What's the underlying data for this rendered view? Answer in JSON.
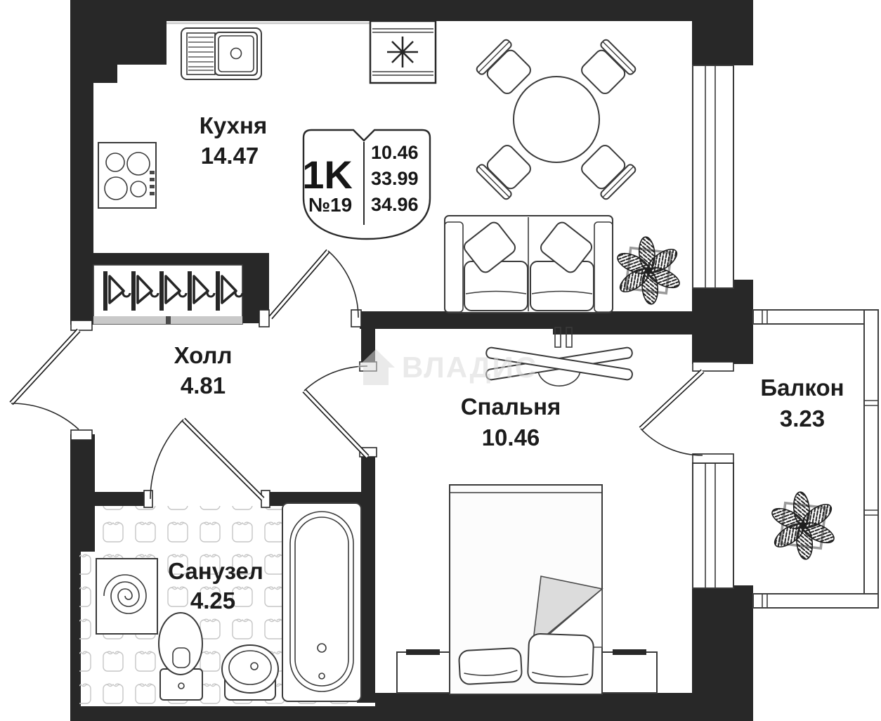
{
  "page": {
    "background": "#ffffff"
  },
  "plan": {
    "badge": {
      "type": "1K",
      "number": "№19",
      "values": [
        "10.46",
        "33.99",
        "34.96"
      ]
    },
    "rooms": [
      {
        "key": "kitchen",
        "name": "Кухня",
        "area": "14.47"
      },
      {
        "key": "hall",
        "name": "Холл",
        "area": "4.81"
      },
      {
        "key": "bedroom",
        "name": "Спальня",
        "area": "10.46"
      },
      {
        "key": "bathroom",
        "name": "Санузел",
        "area": "4.25"
      },
      {
        "key": "balcony",
        "name": "Балкон",
        "area": "3.23"
      }
    ],
    "watermark": {
      "text": "ВЛАДИС",
      "icon": "house-icon",
      "color": "#d9d9d9"
    },
    "colors": {
      "wall": "#282828",
      "outline": "#3a3a3a",
      "text": "#1c1c1c",
      "tile": "#c6c6c6",
      "blanket": "#dcdcdc",
      "watermark": "#d9d9d9"
    },
    "furniture_icons": [
      "kitchen-sink-icon",
      "ventilation-shaft-icon",
      "cooktop-icon",
      "dining-table-icon",
      "chair-icon",
      "sofa-icon",
      "plant-icon",
      "wardrobe-icon",
      "hanger-icon",
      "wall-tv-icon",
      "bed-icon",
      "nightstand-icon",
      "washing-machine-icon",
      "toilet-icon",
      "bathroom-sink-icon",
      "bathtub-icon",
      "door-icon",
      "window-icon"
    ]
  }
}
